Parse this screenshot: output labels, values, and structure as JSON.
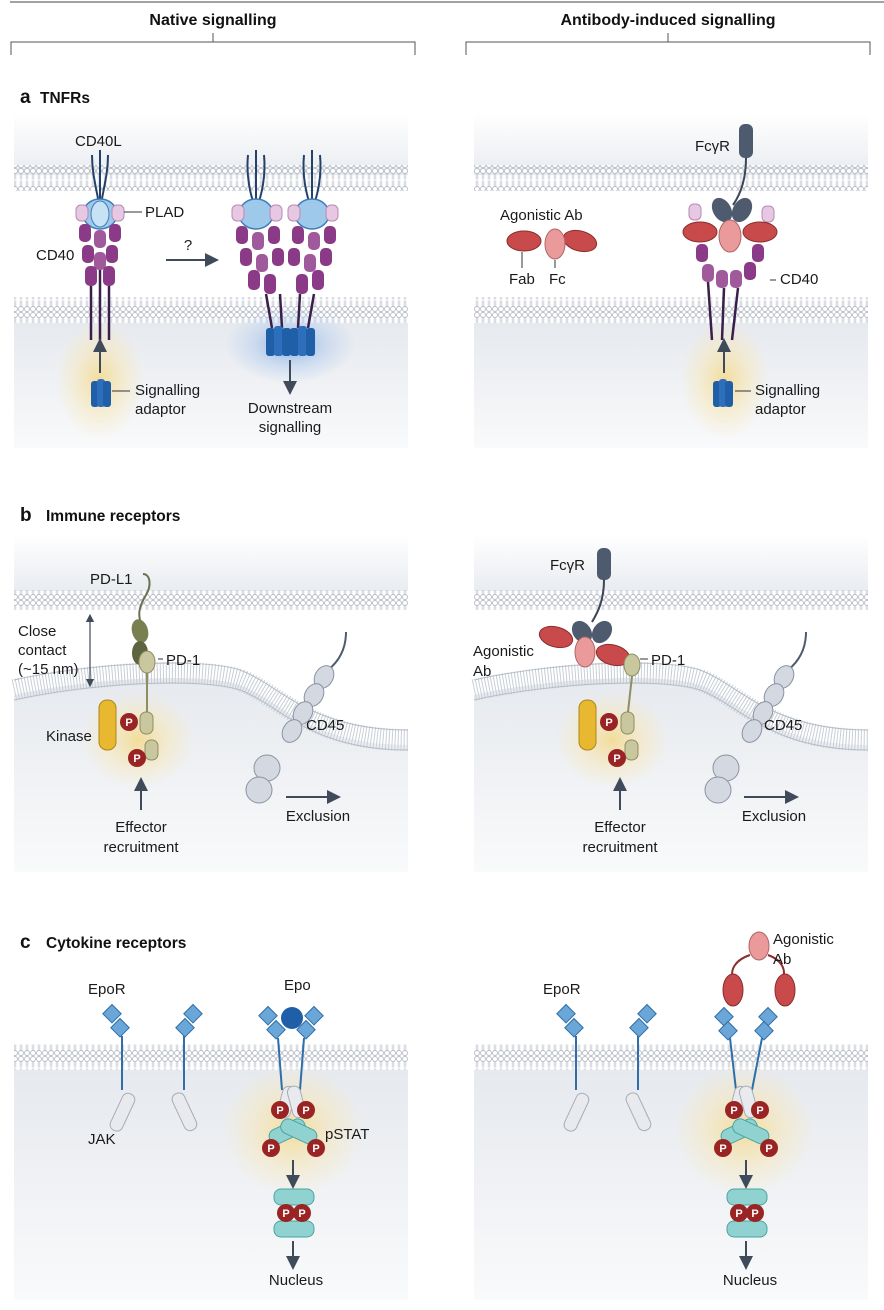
{
  "headers": {
    "native": "Native signalling",
    "antibody": "Antibody-induced signalling"
  },
  "sections": {
    "a": {
      "letter": "a",
      "title": "TNFRs"
    },
    "b": {
      "letter": "b",
      "title": "Immune receptors"
    },
    "c": {
      "letter": "c",
      "title": "Cytokine receptors"
    }
  },
  "panel_a_native": {
    "cd40l": "CD40L",
    "plad": "PLAD",
    "question": "?",
    "cd40": "CD40",
    "adaptor_line1": "Signalling",
    "adaptor_line2": "adaptor",
    "downstream_line1": "Downstream",
    "downstream_line2": "signalling"
  },
  "panel_a_ab": {
    "fcgr": "FcγR",
    "agonistic_ab": "Agonistic Ab",
    "fab": "Fab",
    "fc": "Fc",
    "cd40": "CD40",
    "adaptor_line1": "Signalling",
    "adaptor_line2": "adaptor"
  },
  "panel_b_native": {
    "pdl1": "PD-L1",
    "close_line1": "Close",
    "close_line2": "contact",
    "close_line3": "(~15 nm)",
    "pd1": "PD-1",
    "kinase": "Kinase",
    "p": "P",
    "cd45": "CD45",
    "exclusion": "Exclusion",
    "effector_line1": "Effector",
    "effector_line2": "recruitment"
  },
  "panel_b_ab": {
    "fcgr": "FcγR",
    "agonistic_line1": "Agonistic",
    "agonistic_line2": "Ab",
    "pd1": "PD-1",
    "p": "P",
    "cd45": "CD45",
    "exclusion": "Exclusion",
    "effector_line1": "Effector",
    "effector_line2": "recruitment"
  },
  "panel_c_native": {
    "epor": "EpoR",
    "epo": "Epo",
    "jak": "JAK",
    "pstat": "pSTAT",
    "p": "P",
    "nucleus": "Nucleus"
  },
  "panel_c_ab": {
    "agonistic_line1": "Agonistic",
    "agonistic_line2": "Ab",
    "epor": "EpoR",
    "p": "P",
    "nucleus": "Nucleus"
  },
  "colors": {
    "receptor_purple": "#8a3a86",
    "receptor_light": "#e6c8e2",
    "adaptor_blue": "#1f5fa8",
    "antibody_red": "#c94a4a",
    "antibody_pink": "#ea9a9a",
    "fcgr_slate": "#4e5a6e",
    "cytokine_blue": "#6aa6d8",
    "glow": "#f6e2a0",
    "membrane": "#b8bec8",
    "phospho": "#9a2424"
  }
}
